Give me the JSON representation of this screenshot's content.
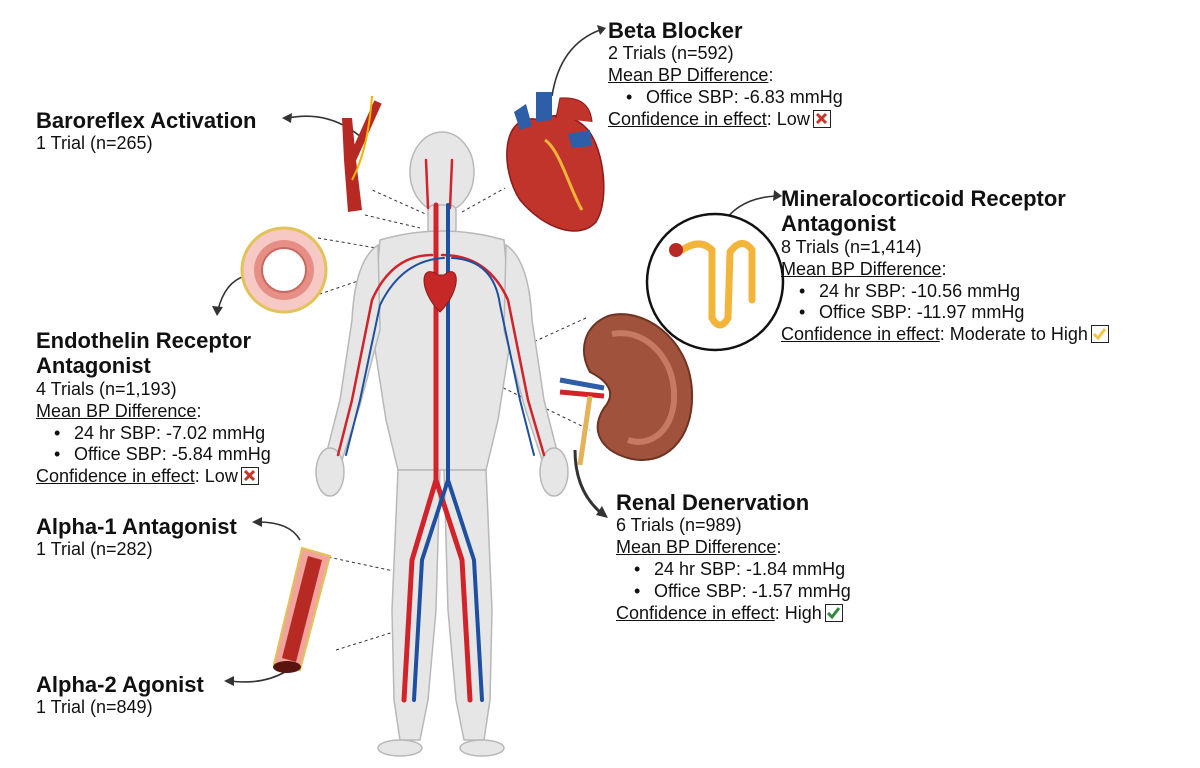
{
  "colors": {
    "artery": "#d2232a",
    "vein": "#1f4fa0",
    "body": "#e6e6e6",
    "kidney": "#a0523d",
    "tubule": "#f2b53a",
    "low": "#c0392b",
    "moderate": "#f4c542",
    "high": "#2e8b3e"
  },
  "labels": {
    "baroreflex": {
      "title": "Baroreflex  Activation",
      "trials": "1 Trial (n=265)"
    },
    "beta_blocker": {
      "title": "Beta Blocker",
      "trials": "2 Trials (n=592)",
      "mean_label": "Mean BP Difference",
      "office": "Office SBP: -6.83 mmHg",
      "conf_label": "Confidence in effect",
      "conf_value": "Low",
      "badge": "x-mark-icon"
    },
    "mra": {
      "title_line1": "Mineralocorticoid Receptor",
      "title_line2": "Antagonist",
      "trials": "8 Trials (n=1,414)",
      "mean_label": "Mean BP Difference",
      "hr24": "24 hr SBP: -10.56 mmHg",
      "office": "Office SBP: -11.97 mmHg",
      "conf_label": "Confidence in effect",
      "conf_value": "Moderate to High",
      "badge": "check-mark-icon"
    },
    "endothelin": {
      "title_line1": "Endothelin Receptor",
      "title_line2": "Antagonist",
      "trials": "4 Trials (n=1,193)",
      "mean_label": "Mean BP Difference",
      "hr24": "24 hr SBP: -7.02 mmHg",
      "office": "Office SBP: -5.84 mmHg",
      "conf_label": "Confidence in effect",
      "conf_value": "Low",
      "badge": "x-mark-icon"
    },
    "renal": {
      "title": "Renal Denervation",
      "trials": "6 Trials (n=989)",
      "mean_label": "Mean BP Difference",
      "hr24": "24 hr SBP: -1.84 mmHg",
      "office": "Office SBP: -1.57 mmHg",
      "conf_label": "Confidence in effect",
      "conf_value": "High",
      "badge": "check-mark-icon"
    },
    "alpha1": {
      "title": "Alpha-1 Antagonist",
      "trials": "1 Trial (n=282)"
    },
    "alpha2": {
      "title": "Alpha-2 Agonist",
      "trials": "1 Trial (n=849)"
    }
  }
}
